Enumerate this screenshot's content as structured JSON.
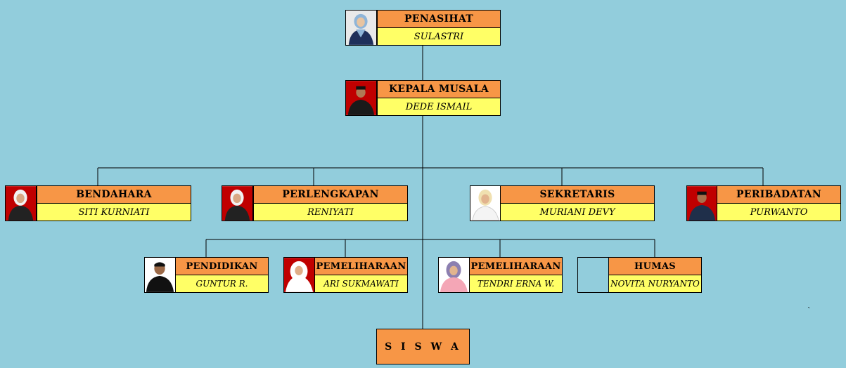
{
  "nodes": {
    "penasihat": {
      "title": "PENASIHAT",
      "name": "SULASTRI"
    },
    "kepala": {
      "title": "KEPALA MUSALA",
      "name": "DEDE ISMAIL"
    },
    "bendahara": {
      "title": "BENDAHARA",
      "name": "SITI KURNIATI"
    },
    "perlengkapan": {
      "title": "PERLENGKAPAN",
      "name": "RENIYATI"
    },
    "sekretaris": {
      "title": "SEKRETARIS",
      "name": "MURIANI DEVY"
    },
    "peribadatan": {
      "title": "PERIBADATAN",
      "name": "PURWANTO"
    },
    "pendidikan": {
      "title": "PENDIDIKAN",
      "name": "GUNTUR R."
    },
    "pemeliharaan1": {
      "title": "PEMELIHARAAN",
      "name": "ARI SUKMAWATI"
    },
    "pemeliharaan2": {
      "title": "PEMELIHARAAN",
      "name": "TENDRI ERNA W."
    },
    "humas": {
      "title": "HUMAS",
      "name": "NOVITA NURYANTO"
    },
    "siswa": {
      "title": "S I S W A"
    }
  },
  "colors": {
    "background": "#92cddc",
    "title_fill": "#f79646",
    "name_fill": "#ffff66",
    "photo_red": "#c00000"
  },
  "mark": "`"
}
